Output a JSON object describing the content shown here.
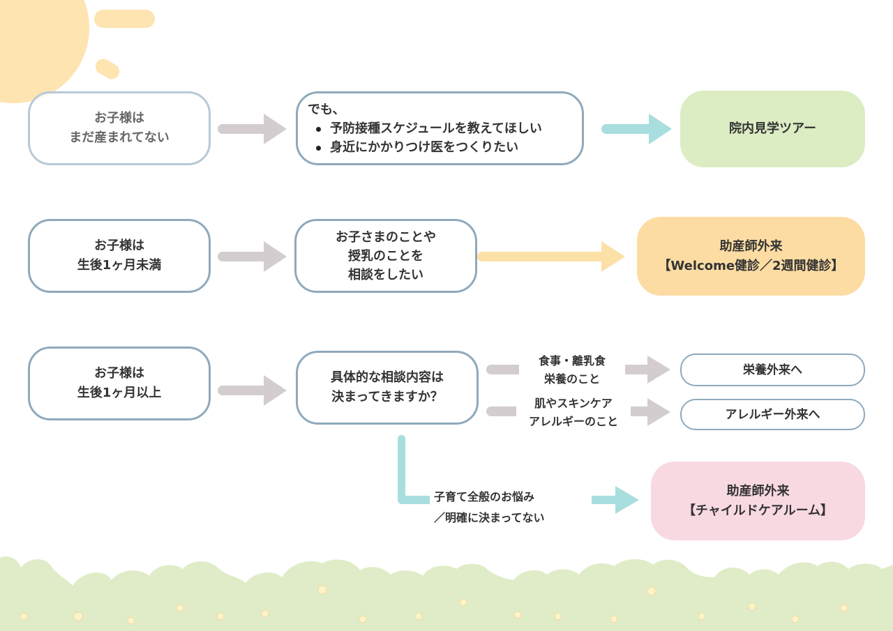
{
  "colors": {
    "outline": "#8fa9bc",
    "gray_arrow": "#d3cdd0",
    "teal_arrow": "#a9dede",
    "yellow_arrow": "#fbe0a7",
    "green_box": "#dcecc3",
    "orange_box": "#fcdca3",
    "pink_box": "#f8d9e2",
    "sun": "#fde4b0",
    "bushes": "#dfecc7"
  },
  "rows": [
    {
      "start_lines": [
        "お子様は",
        "まだ産まれてない"
      ],
      "middle": {
        "lead": "でも、",
        "bullets": [
          "予防接種スケジュールを教えてほしい",
          "身近にかかりつけ医をつくりたい"
        ]
      },
      "result": "院内見学ツアー"
    },
    {
      "start_lines": [
        "お子様は",
        "生後1ヶ月未満"
      ],
      "middle_lines": [
        "お子さまのことや",
        "授乳のことを",
        "相談をしたい"
      ],
      "result_lines": [
        "助産師外来",
        "【Welcome健診／2週間健診】"
      ]
    },
    {
      "start_lines": [
        "お子様は",
        "生後1ヶ月以上"
      ],
      "middle_lines": [
        "具体的な相談内容は",
        "決まってきますか？"
      ],
      "branches": [
        {
          "label_lines": [
            "食事・離乳食",
            "栄養のこと"
          ],
          "result": "栄養外来へ"
        },
        {
          "label_lines": [
            "肌やスキンケア",
            "アレルギーのこと"
          ],
          "result": "アレルギー外来へ"
        }
      ],
      "bottom": {
        "label_lines": [
          "子育て全般のお悩み",
          "／明確に決まってない"
        ],
        "result_lines": [
          "助産師外来",
          "【チャイルドケアルーム】"
        ]
      }
    }
  ],
  "icons": [
    "sun-icon",
    "bush-decoration",
    "flower-icon"
  ]
}
